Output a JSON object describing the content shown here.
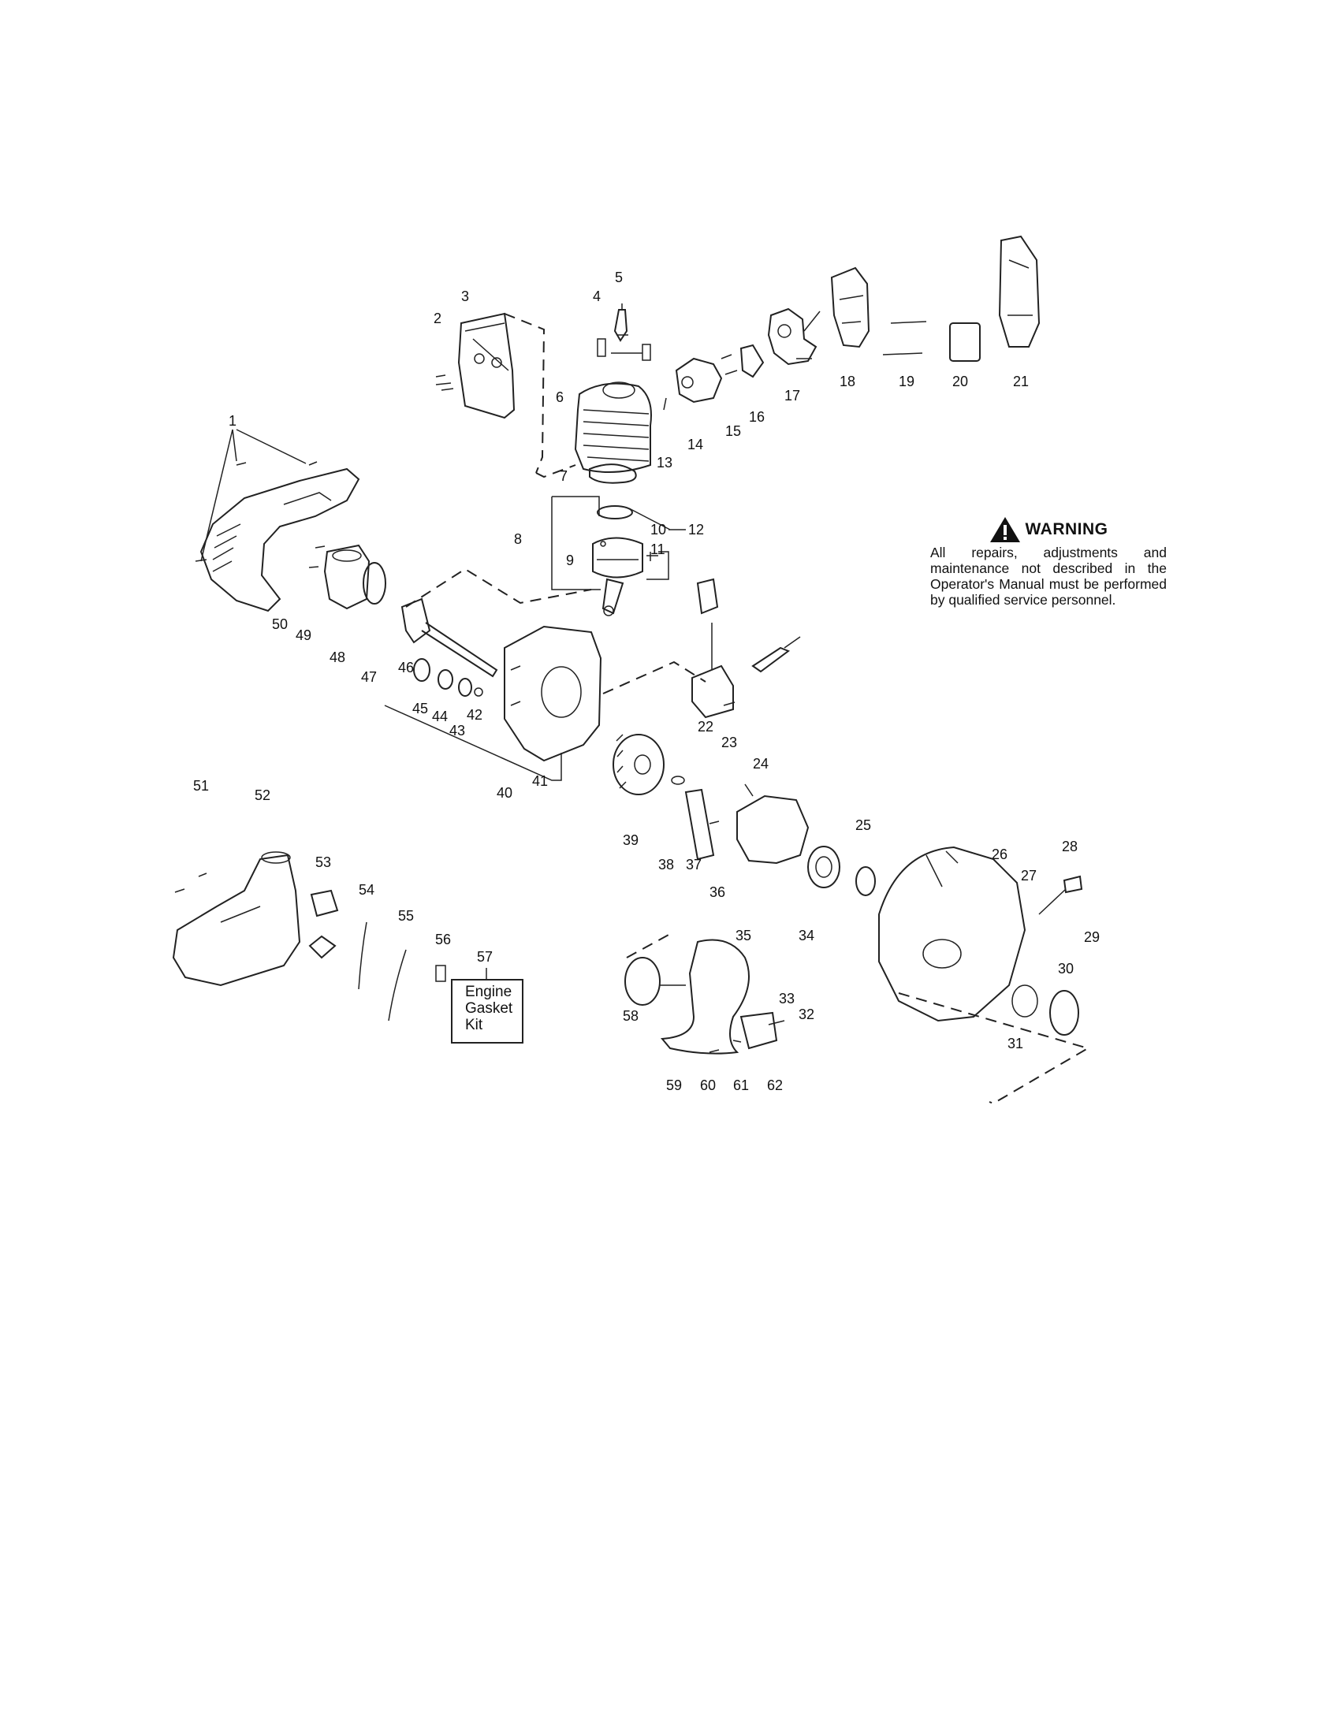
{
  "warning": {
    "title": "WARNING",
    "text": "All repairs, adjustments and maintenance not described in the Operator's Manual must be performed by qualified service personnel."
  },
  "kit": {
    "line1": "Engine",
    "line2": "Gasket",
    "line3": "Kit"
  },
  "labels": {
    "p1": "1",
    "p2": "2",
    "p3": "3",
    "p4": "4",
    "p5": "5",
    "p6": "6",
    "p7": "7",
    "p8": "8",
    "p9": "9",
    "p10": "10",
    "p11": "11",
    "p12": "12",
    "p13": "13",
    "p14": "14",
    "p15": "15",
    "p16": "16",
    "p17": "17",
    "p18": "18",
    "p19": "19",
    "p20": "20",
    "p21": "21",
    "p22": "22",
    "p23": "23",
    "p24": "24",
    "p25": "25",
    "p26": "26",
    "p27": "27",
    "p28": "28",
    "p29": "29",
    "p30": "30",
    "p31": "31",
    "p32": "32",
    "p33": "33",
    "p34": "34",
    "p35": "35",
    "p36": "36",
    "p37": "37",
    "p38": "38",
    "p39": "39",
    "p40": "40",
    "p41": "41",
    "p42": "42",
    "p43": "43",
    "p44": "44",
    "p45": "45",
    "p46": "46",
    "p47": "47",
    "p48": "48",
    "p49": "49",
    "p50": "50",
    "p51": "51",
    "p52": "52",
    "p53": "53",
    "p54": "54",
    "p55": "55",
    "p56": "56",
    "p57": "57",
    "p58": "58",
    "p59": "59",
    "p60": "60",
    "p61": "61",
    "p62": "62"
  }
}
